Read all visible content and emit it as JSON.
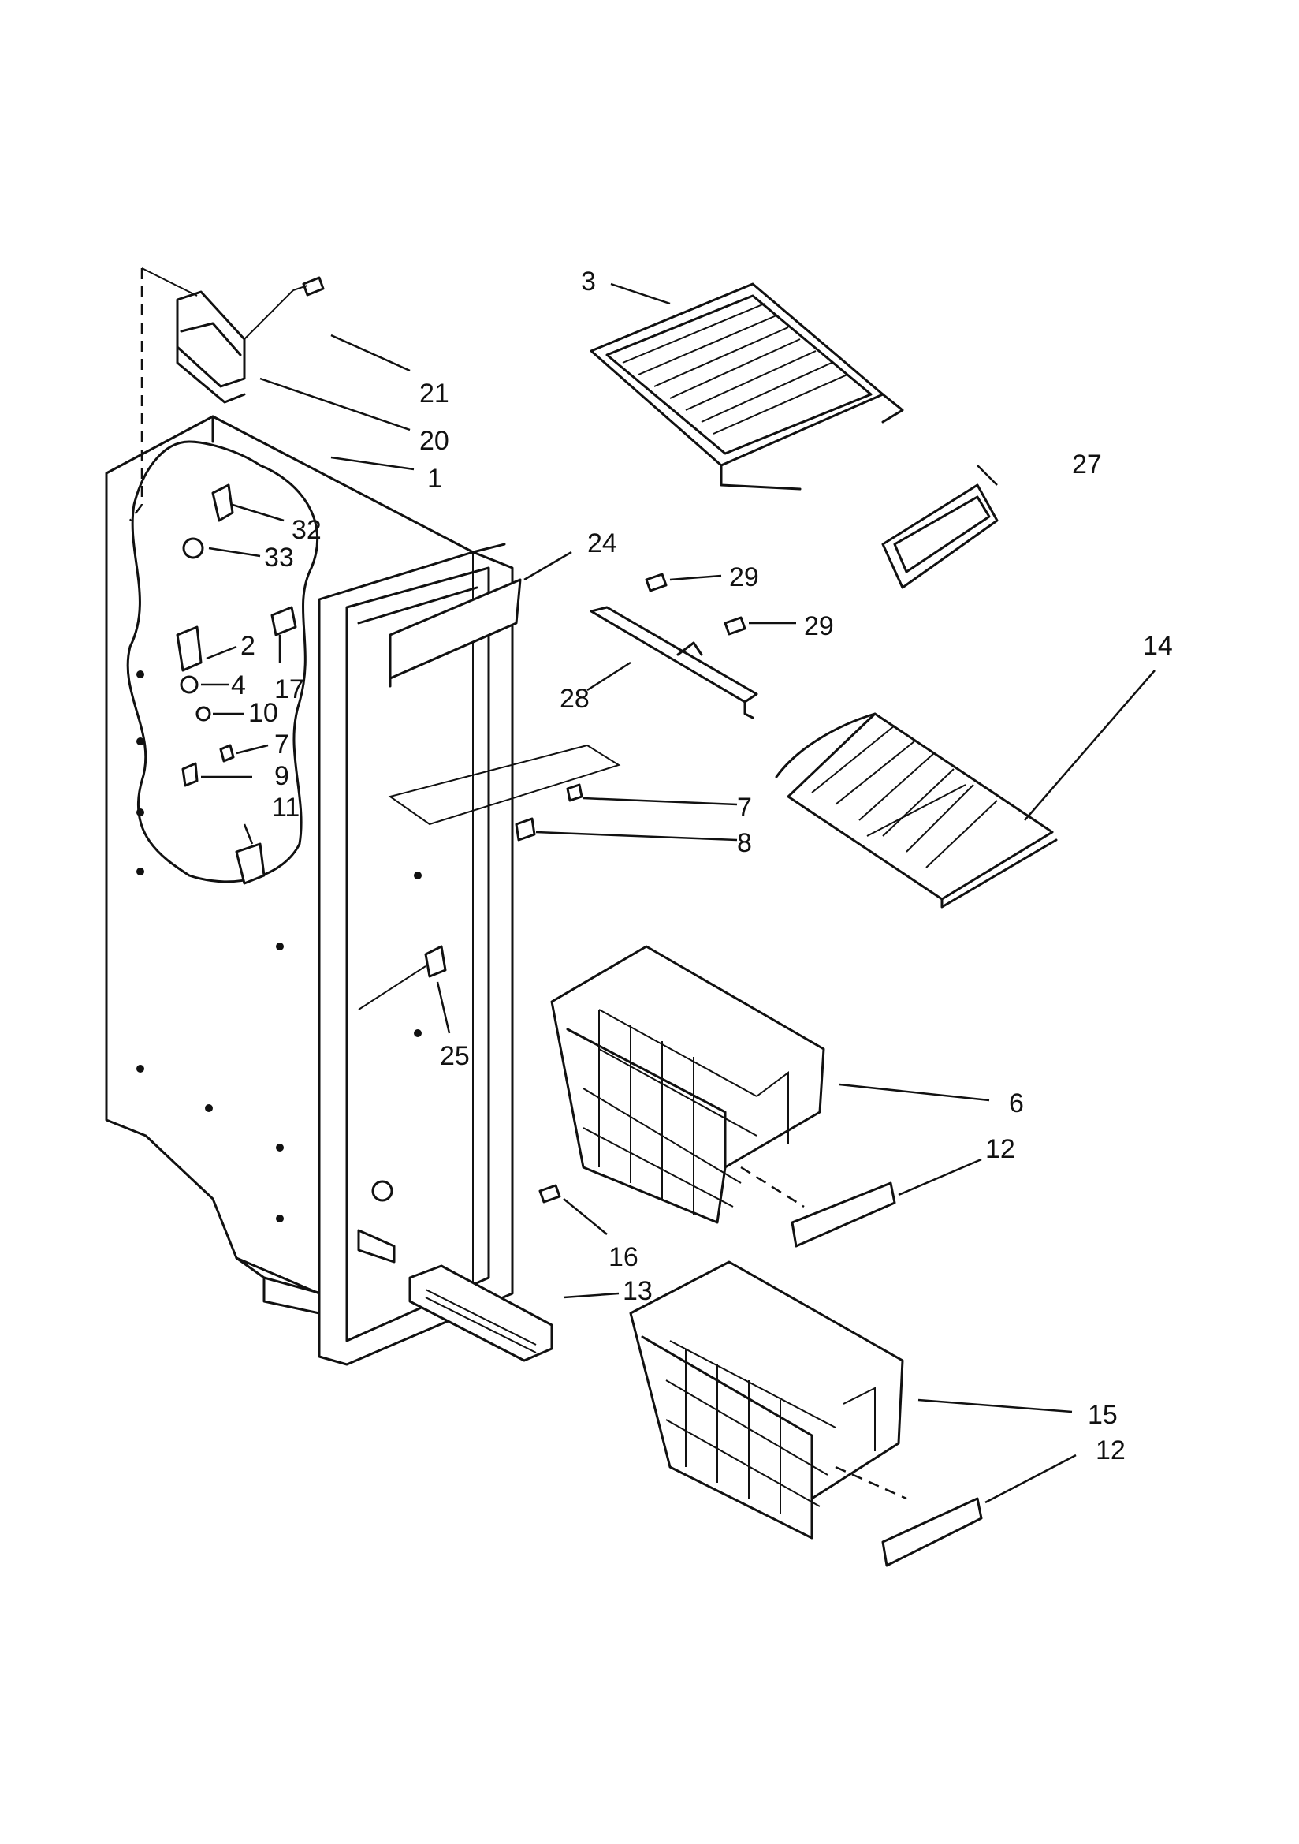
{
  "callouts": [
    {
      "id": "c3",
      "text": "3"
    },
    {
      "id": "c21",
      "text": "21"
    },
    {
      "id": "c20",
      "text": "20"
    },
    {
      "id": "c1",
      "text": "1"
    },
    {
      "id": "c27",
      "text": "27"
    },
    {
      "id": "c32",
      "text": "32"
    },
    {
      "id": "c33",
      "text": "33"
    },
    {
      "id": "c24",
      "text": "24"
    },
    {
      "id": "c29a",
      "text": "29"
    },
    {
      "id": "c29b",
      "text": "29"
    },
    {
      "id": "c14",
      "text": "14"
    },
    {
      "id": "c2",
      "text": "2"
    },
    {
      "id": "c17",
      "text": "17"
    },
    {
      "id": "c4",
      "text": "4"
    },
    {
      "id": "c28",
      "text": "28"
    },
    {
      "id": "c10",
      "text": "10"
    },
    {
      "id": "c7a",
      "text": "7"
    },
    {
      "id": "c9",
      "text": "9"
    },
    {
      "id": "c7b",
      "text": "7"
    },
    {
      "id": "c11",
      "text": "11"
    },
    {
      "id": "c8",
      "text": "8"
    },
    {
      "id": "c25",
      "text": "25"
    },
    {
      "id": "c6",
      "text": "6"
    },
    {
      "id": "c12a",
      "text": "12"
    },
    {
      "id": "c16",
      "text": "16"
    },
    {
      "id": "c13",
      "text": "13"
    },
    {
      "id": "c15",
      "text": "15"
    },
    {
      "id": "c12b",
      "text": "12"
    }
  ]
}
